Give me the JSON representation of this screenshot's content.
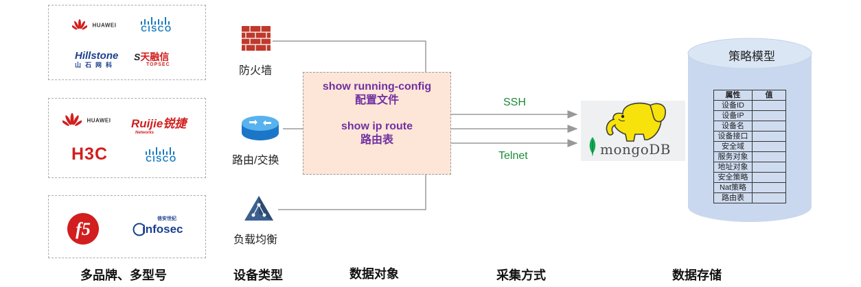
{
  "brands": {
    "group1": {
      "huawei": "HUAWEI",
      "cisco": "CISCO",
      "hillstone": "Hillstone",
      "hillstone_cn": "山石网科",
      "topsec_cn": "天融信",
      "topsec_en": "TOPSEC"
    },
    "group2": {
      "huawei": "HUAWEI",
      "ruijie": "Ruijie锐捷",
      "ruijie_sub": "Networks",
      "h3c": "H3C",
      "cisco": "CISCO"
    },
    "group3": {
      "f5": "f5",
      "infosec_cn": "信安世纪",
      "infosec_en": "infosec"
    }
  },
  "devices": {
    "firewall": "防火墙",
    "router": "路由/交换",
    "loadbalancer": "负载均衡"
  },
  "data_object": {
    "line1": "show running-config",
    "line2": "配置文件",
    "line3": "show ip route",
    "line4": "路由表"
  },
  "protocols": {
    "ssh": "SSH",
    "telnet": "Telnet"
  },
  "storage": {
    "db_name": "mongoDB",
    "model_title": "策略模型",
    "table_headers": [
      "属性",
      "值"
    ],
    "attributes": [
      "设备ID",
      "设备IP",
      "设备名",
      "设备接口",
      "安全域",
      "服务对象",
      "地址对象",
      "安全策略",
      "Nat策略",
      "路由表"
    ]
  },
  "columns": {
    "brands": "多品牌、多型号",
    "device_types": "设备类型",
    "data_objects": "数据对象",
    "collection": "采集方式",
    "storage": "数据存储"
  },
  "colors": {
    "data_text": "#7030a0",
    "protocol_text": "#1a8a3a",
    "data_box": "#fde6d8",
    "cylinder": "#c9d8ee"
  }
}
